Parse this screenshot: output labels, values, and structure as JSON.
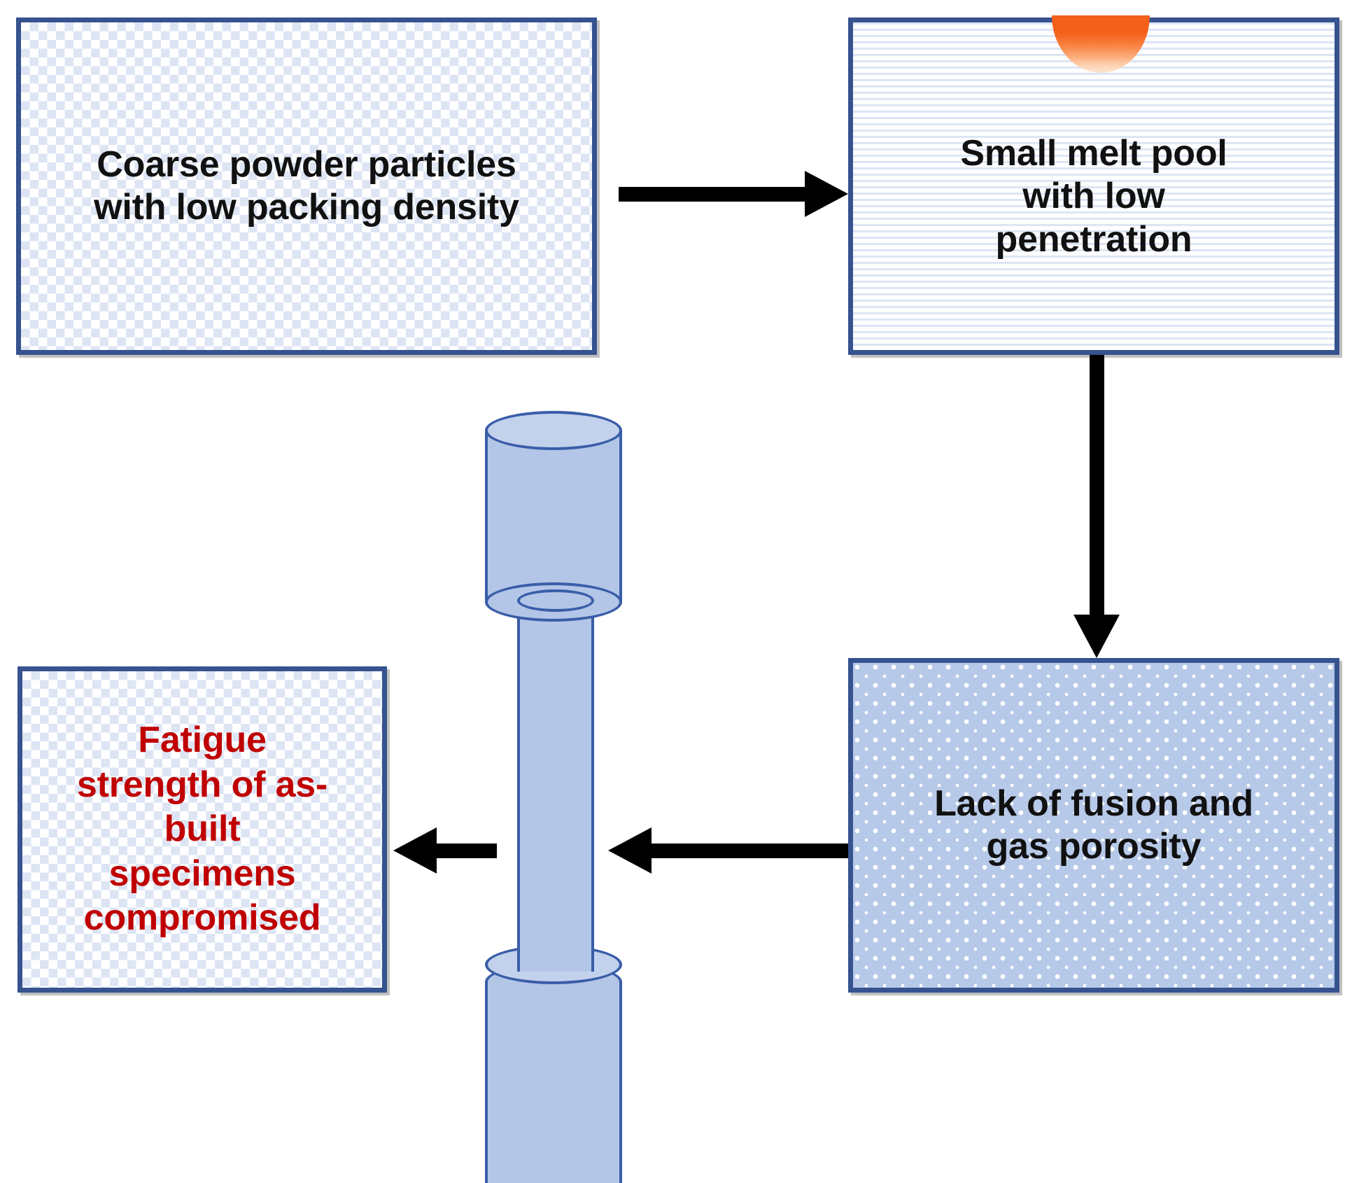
{
  "diagram": {
    "title": "Coarse powder fatigue defect flow",
    "colors": {
      "box_border": "#36538f",
      "checker_fill": "#dde5f4",
      "dot_fill": "#b7c9e8",
      "melt_pool_hot": "#f4601a",
      "melt_pool_cool": "#fde4d1",
      "specimen_body": "#b3c6e7",
      "specimen_outline": "#3a5da8",
      "text_default": "#111111",
      "text_warning": "#c00000",
      "arrow": "#000000"
    },
    "nodes": [
      {
        "id": "coarse-powder",
        "label": "Coarse powder particles with low packing density",
        "fill": "checkered",
        "text_color": "#111111"
      },
      {
        "id": "melt-pool",
        "label": "Small melt pool with low penetration",
        "fill": "horizontal-lines",
        "text_color": "#111111",
        "decoration": "melt-pool-semicircle"
      },
      {
        "id": "porosity",
        "label": "Lack of fusion and gas porosity",
        "fill": "dotted",
        "text_color": "#111111"
      },
      {
        "id": "fatigue",
        "label": "Fatigue strength of as-built specimens compromised",
        "fill": "checkered",
        "text_color": "#c00000"
      }
    ],
    "edges": [
      {
        "id": "e1",
        "from": "coarse-powder",
        "to": "melt-pool",
        "direction": "right"
      },
      {
        "id": "e2",
        "from": "melt-pool",
        "to": "porosity",
        "direction": "down"
      },
      {
        "id": "e3",
        "from": "porosity",
        "to": "specimen",
        "direction": "left"
      },
      {
        "id": "e4",
        "from": "specimen",
        "to": "fatigue",
        "direction": "left"
      }
    ],
    "illustration": {
      "id": "specimen",
      "name": "cylindrical fatigue test specimen"
    }
  }
}
